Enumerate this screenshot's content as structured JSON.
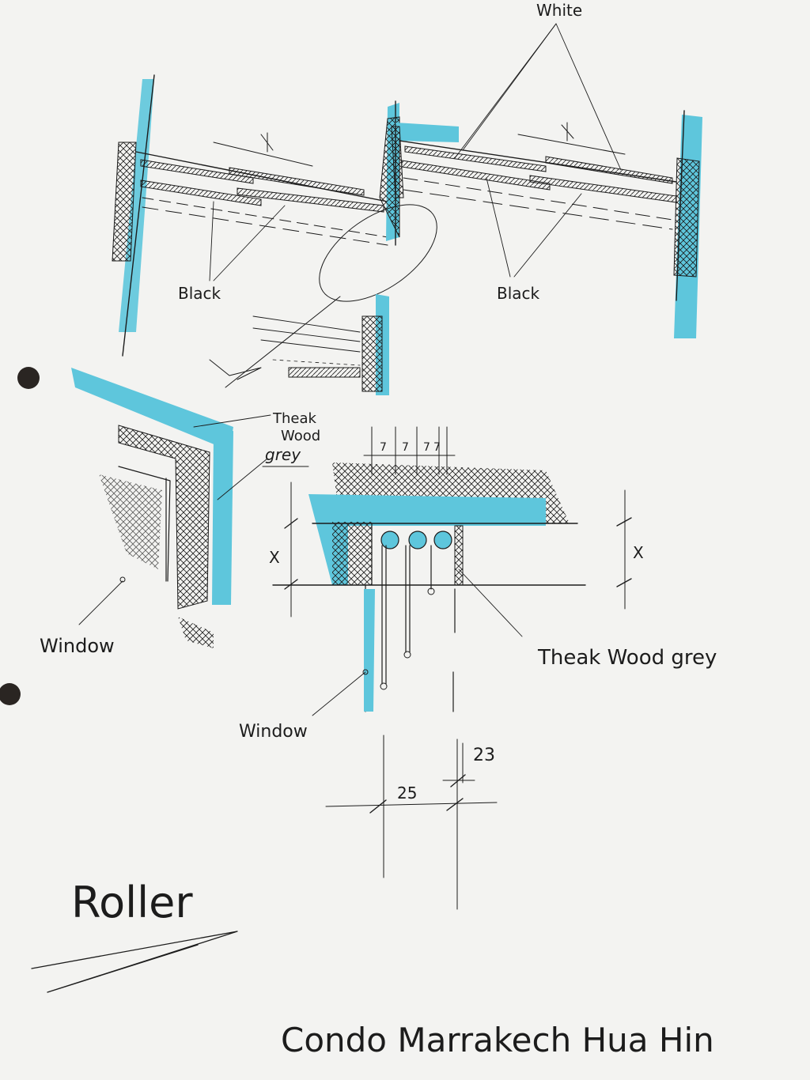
{
  "palette": {
    "paper": "#f3f3f1",
    "ink": "#1c1c1c",
    "marker": "#5ec6dc",
    "hole": "#2a2522"
  },
  "labels": {
    "white": "White",
    "black_left": "Black",
    "black_right": "Black",
    "theak_wood_grey_top_1": "Theak",
    "theak_wood_grey_top_2": "Wood",
    "theak_wood_grey_top_3": "grey",
    "window_left": "Window",
    "window_center": "Window",
    "theak_wood_grey": "Theak Wood grey",
    "x_left": "X",
    "x_right": "X",
    "dim_7_1": "7",
    "dim_7_2": "7",
    "dim_7_3": "7",
    "dim_7_4": "7",
    "dim_25": "25",
    "dim_23": "23",
    "roller": "Roller",
    "footer": "Condo  Marrakech  Hua Hin"
  }
}
